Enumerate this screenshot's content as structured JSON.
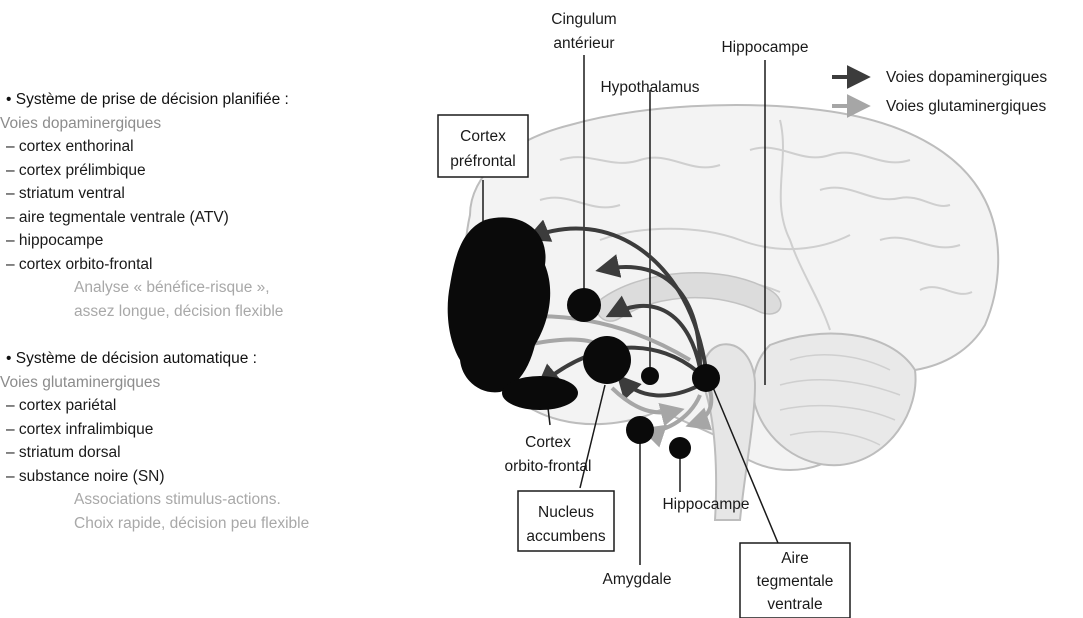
{
  "left_panel": {
    "system1": {
      "title": "• Système de prise de décision planifiée :",
      "pathway": "Voies dopaminergiques",
      "items": [
        "– cortex enthorinal",
        "– cortex prélimbique",
        "– striatum ventral",
        "– aire tegmentale ventrale (ATV)",
        "– hippocampe",
        "– cortex orbito-frontal"
      ],
      "note": [
        "Analyse « bénéfice-risque »,",
        "assez longue, décision flexible"
      ]
    },
    "system2": {
      "title": "• Système de décision automatique :",
      "pathway": "Voies glutaminergiques",
      "items": [
        "– cortex pariétal",
        "– cortex infralimbique",
        "– striatum dorsal",
        "– substance noire (SN)"
      ],
      "note": [
        "Associations stimulus-actions.",
        "Choix rapide, décision peu flexible"
      ]
    }
  },
  "legend": {
    "dopaminergic": {
      "label": "Voies dopaminergiques",
      "color": "#3c3c3c"
    },
    "glutaminergic": {
      "label": "Voies glutaminergiques",
      "color": "#a6a6a6"
    }
  },
  "labels": {
    "cingulum": [
      "Cingulum",
      "antérieur"
    ],
    "hippocampe_top": "Hippocampe",
    "hypothalamus": "Hypothalamus",
    "cortex_prefrontal": [
      "Cortex",
      "préfrontal"
    ],
    "cortex_orbito": [
      "Cortex",
      "orbito-frontal"
    ],
    "nucleus": [
      "Nucleus",
      "accumbens"
    ],
    "hippocampe_bottom": "Hippocampe",
    "amygdale": "Amygdale",
    "atv": [
      "Aire",
      "tegmentale",
      "ventrale"
    ]
  }
}
